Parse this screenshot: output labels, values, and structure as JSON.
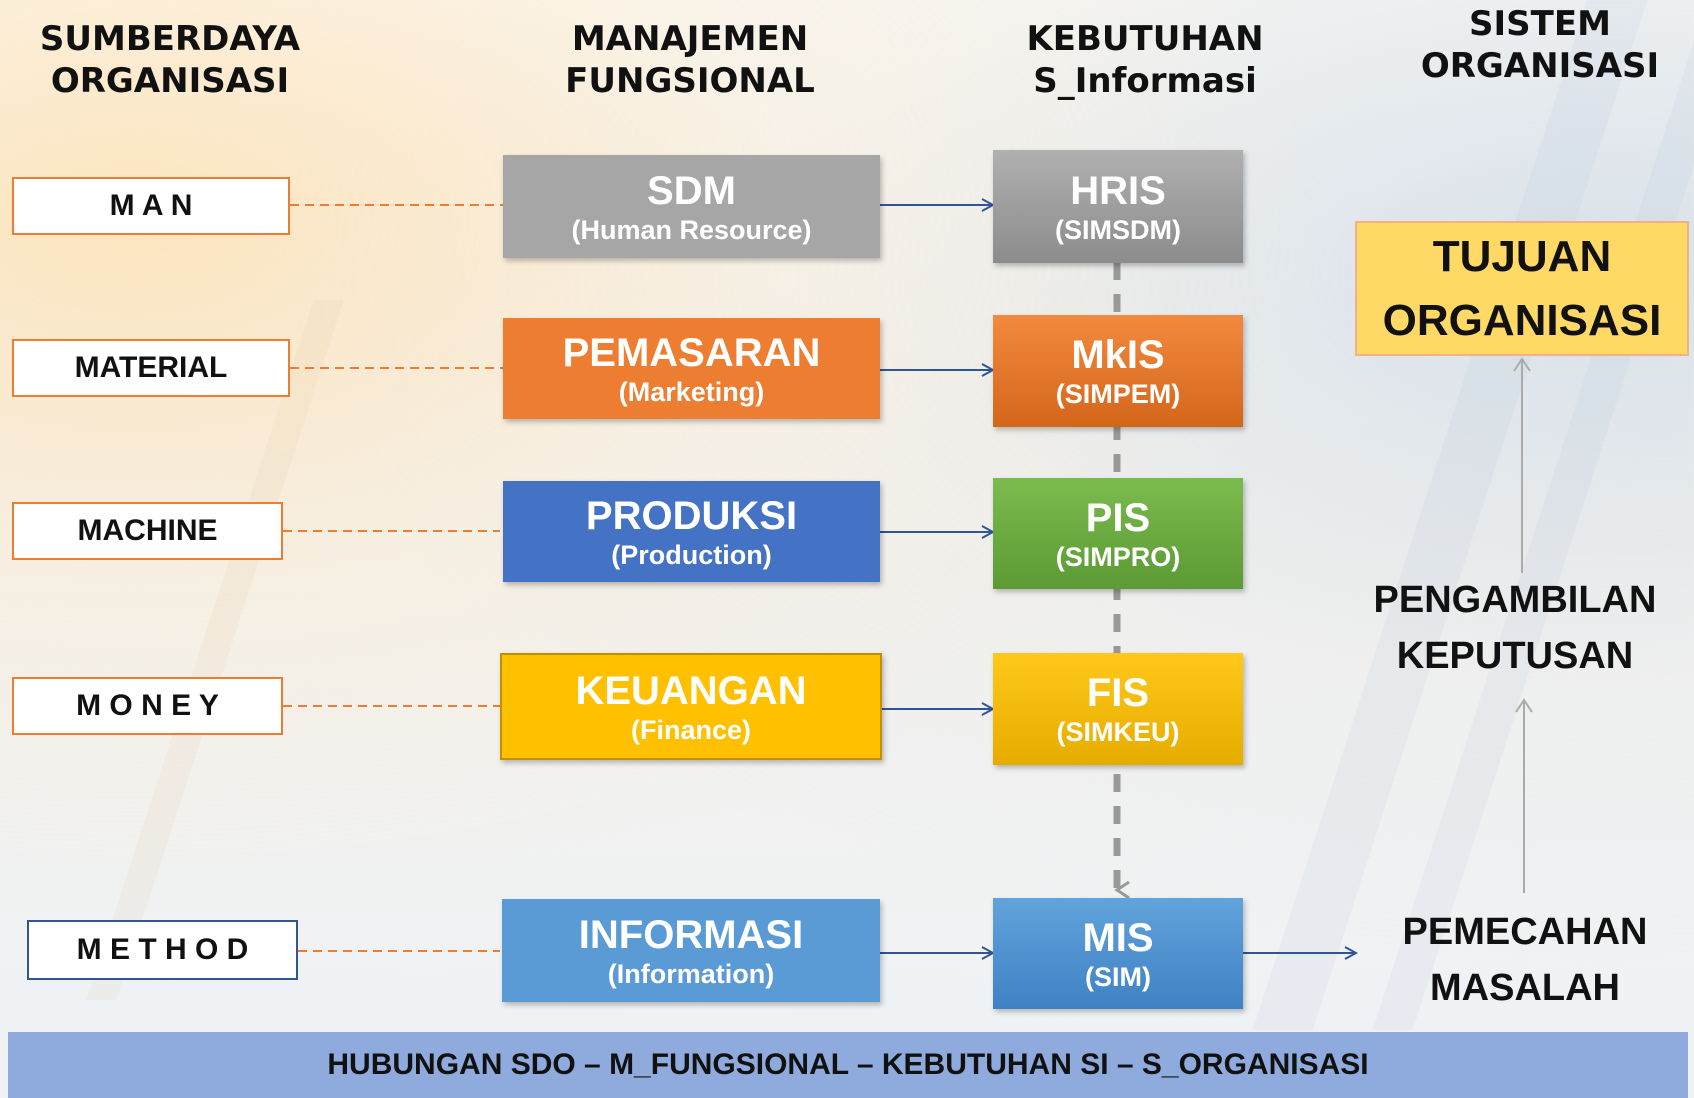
{
  "headers": {
    "col1": "SUMBERDAYA\nORGANISASI",
    "col2": "MANAJEMEN\nFUNGSIONAL",
    "col3": "KEBUTUHAN\nS_Informasi",
    "col4": "SISTEM\nORGANISASI"
  },
  "resources": [
    "M A N",
    "MATERIAL",
    "MACHINE",
    "M O N E Y",
    "M E T H O D"
  ],
  "functions": [
    {
      "title": "SDM",
      "sub": "(Human Resource)"
    },
    {
      "title": "PEMASARAN",
      "sub": "(Marketing)"
    },
    {
      "title": "PRODUKSI",
      "sub": "(Production)"
    },
    {
      "title": "KEUANGAN",
      "sub": "(Finance)"
    },
    {
      "title": "INFORMASI",
      "sub": "(Information)"
    }
  ],
  "systems": [
    {
      "title": "HRIS",
      "sub": "(SIMSDM)"
    },
    {
      "title": "MkIS",
      "sub": "(SIMPEM)"
    },
    {
      "title": "PIS",
      "sub": "(SIMPRO)"
    },
    {
      "title": "FIS",
      "sub": "(SIMKEU)"
    },
    {
      "title": "MIS",
      "sub": "(SIM)"
    }
  ],
  "org": {
    "goal_line1": "TUJUAN",
    "goal_line2": "ORGANISASI",
    "decision_line1": "PENGAMBILAN",
    "decision_line2": "KEPUTUSAN",
    "problem_line1": "PEMECAHAN",
    "problem_line2": "MASALAH"
  },
  "footer": "HUBUNGAN SDO – M_FUNGSIONAL – KEBUTUHAN SI – S_ORGANISASI",
  "colors": {
    "gray": "#A6A6A6",
    "orange": "#ED7D31",
    "blue": "#4472C4",
    "gold": "#FFC000",
    "lightblue": "#5B9BD5",
    "green": "#70AD47",
    "goal": "#FFD966",
    "footer": "#8FAADC"
  }
}
